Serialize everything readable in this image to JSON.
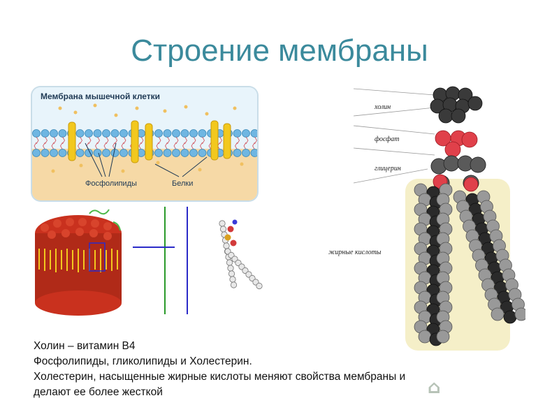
{
  "slide": {
    "title": "Строение мембраны"
  },
  "membrane_panel": {
    "heading": "Мембрана мышечной клетки",
    "label_phospholipids": "Фосфолипиды",
    "label_proteins": "Белки"
  },
  "molecule_labels": {
    "choline": "холин",
    "phosphate": "фосфат",
    "glycerol": "глицерин",
    "fatty_acids": "жирные кислоты"
  },
  "notes": [
    "Холин – витамин В4",
    "Фосфолипиды, гликолипиды и Холестерин.",
    "Холестерин, насыщенные жирные кислоты меняют свойства мембраны и",
    "делают ее более жесткой"
  ],
  "colors": {
    "title": "#3b8a9c",
    "protein": "#f2c81e",
    "head": "#6fb6e2",
    "cytoplasm": "#f6d9a6",
    "bilayer_red": "#c9311e",
    "atom_carbon": "#555555",
    "atom_oxygen": "#e0404a",
    "lines_blue": "#2b2bc8",
    "lines_green": "#2a9a2a"
  }
}
